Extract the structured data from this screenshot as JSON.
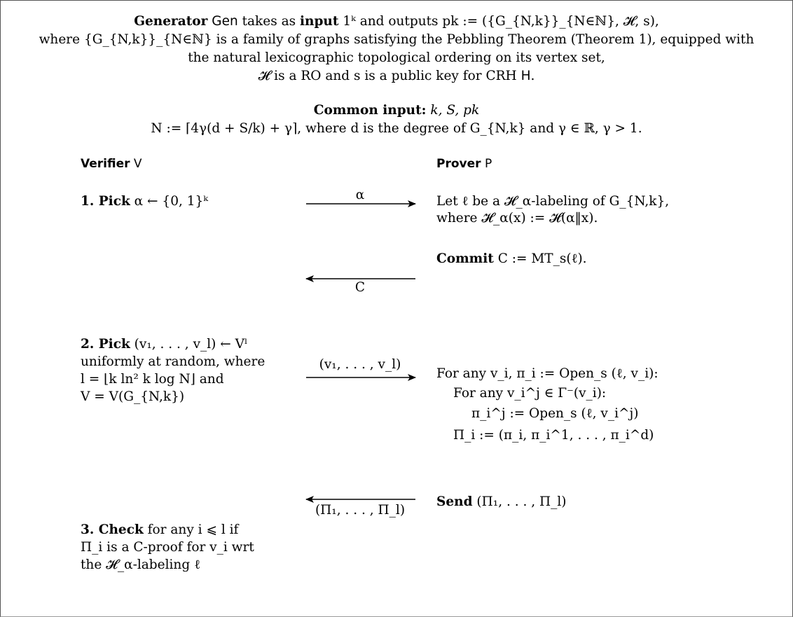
{
  "header": {
    "line1": {
      "b1": "Generator",
      "gen": "Gen",
      "mid": "takes as",
      "b2": "input",
      "tail": "1ᵏ and outputs pk := ({G_{N,k}}_{N∈ℕ}, 𝓗, s),"
    },
    "line2": "where {G_{N,k}}_{N∈ℕ} is a family of graphs satisfying the Pebbling Theorem (Theorem 1), equipped with",
    "line3": "the natural lexicographic topological ordering on its vertex set,",
    "line4_pre": "𝓗 is a RO and s is a public key for CRH",
    "line4_h": "H",
    "line4_post": "."
  },
  "common": {
    "label": "Common input:",
    "value": "k, S, pk",
    "formula": "N := ⌈4γ(d + S/k) + γ⌉, where d is the degree of G_{N,k} and γ ∈ ℝ, γ > 1."
  },
  "parties": {
    "verifier_label": "Verifier",
    "verifier_sym": "V",
    "prover_label": "Prover",
    "prover_sym": "P"
  },
  "steps": {
    "s1_label": "1. Pick",
    "s1_text": "α ← {0, 1}ᵏ",
    "arrow1": "α",
    "p1_line1": "Let ℓ be a 𝓗_α-labeling of G_{N,k},",
    "p1_line2": "where 𝓗_α(x) := 𝓗(α‖x).",
    "arrow2": "C",
    "p2_label": "Commit",
    "p2_text": "C := MT_s(ℓ).",
    "s2_label": "2. Pick",
    "s2_line1": "(v₁, . . . , v_l) ← Vˡ",
    "s2_line2": "uniformly at random, where",
    "s2_line3": "l = ⌊k ln² k log N⌋ and",
    "s2_line4": "V = V(G_{N,k})",
    "arrow3": "(v₁, . . . , v_l)",
    "p3_line1": "For any v_i, π_i := Open_s (ℓ, v_i):",
    "p3_line2": "For any v_i^j ∈ Γ⁻(v_i):",
    "p3_line3": "π_i^j := Open_s (ℓ, v_i^j)",
    "p3_line4": "Π_i := (π_i, π_i^1, . . . , π_i^d)",
    "arrow4": "(Π₁, . . . , Π_l)",
    "p4_label": "Send",
    "p4_text": "(Π₁, . . . , Π_l)",
    "s3_label": "3. Check",
    "s3_line1": "for any i ⩽ l if",
    "s3_line2": "Π_i is a C-proof for v_i wrt",
    "s3_line3": "the 𝓗_α-labeling ℓ"
  }
}
